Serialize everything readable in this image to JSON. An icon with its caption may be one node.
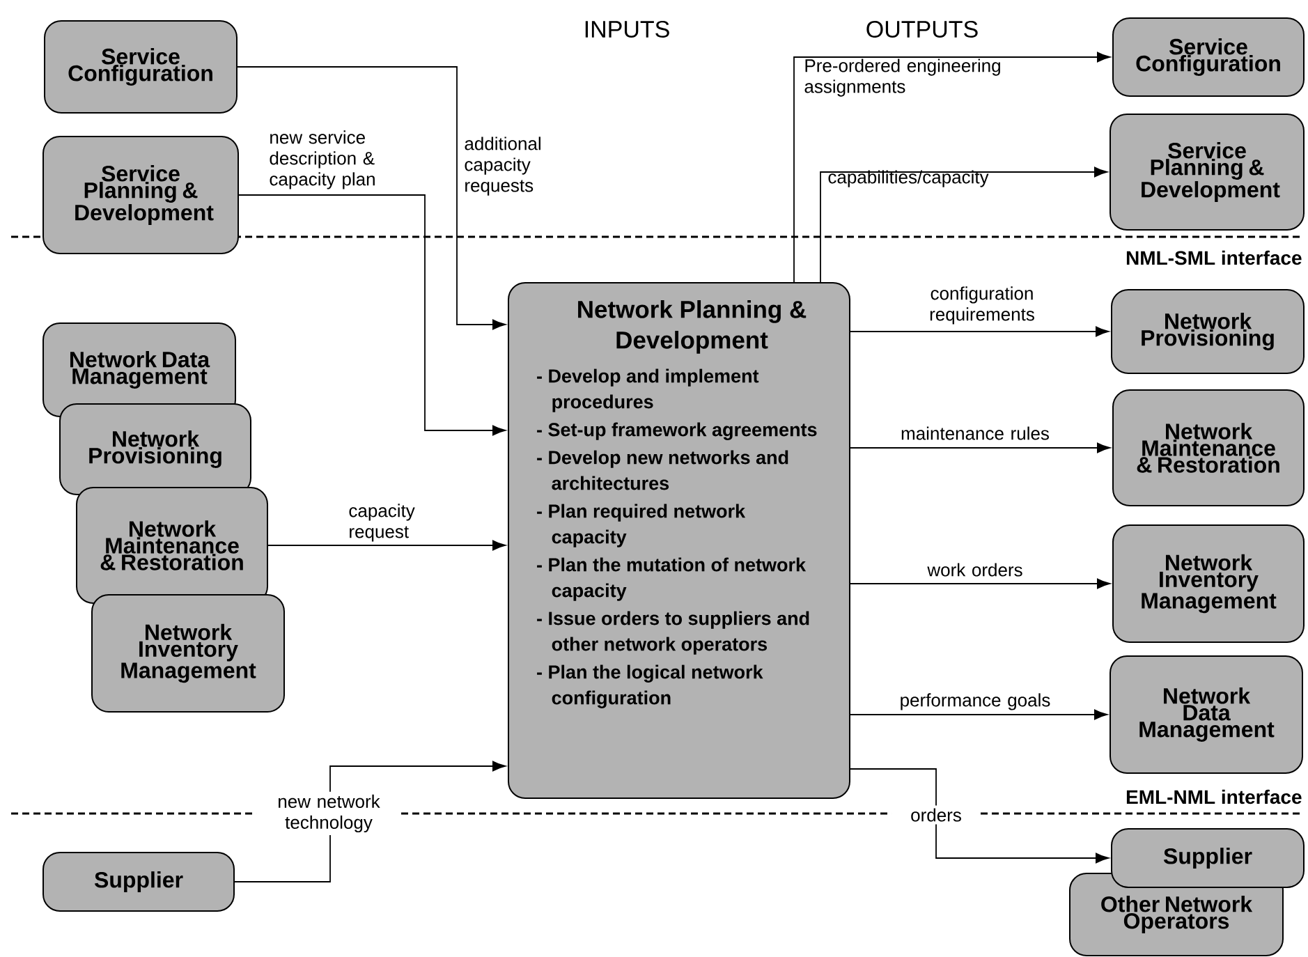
{
  "diagram": {
    "nodes": [
      {
        "text": [
          "Service Configuration"
        ]
      },
      {
        "text": [
          "Service Planning & Development"
        ]
      },
      {
        "text": [
          "Network Data Management"
        ]
      },
      {
        "text": [
          "Network Provisioning"
        ]
      },
      {
        "text": [
          "Network Maintenance & Restoration"
        ]
      },
      {
        "text": [
          "Network Inventory Management"
        ]
      },
      {
        "text": [
          "Supplier"
        ]
      },
      {
        "text": [
          "Network Planning & Development",
          "- Develop and implement procedures",
          "- Set-up framework agreements",
          "- Develop new networks and architectures",
          "- Plan required network capacity",
          "- Plan the mutation of network capacity",
          "- Issue orders to suppliers and other network operators",
          "- Plan the logical network configuration"
        ]
      },
      {
        "text": [
          "Service Configuration"
        ]
      },
      {
        "text": [
          "Service Planning & Development"
        ]
      },
      {
        "text": [
          "Network Provisioning"
        ]
      },
      {
        "text": [
          "Network Maintenance & Restoration"
        ]
      },
      {
        "text": [
          "Network Inventory Management"
        ]
      },
      {
        "text": [
          "Network Data Management"
        ]
      },
      {
        "text": [
          "Supplier"
        ]
      },
      {
        "text": [
          "Other Network Operators"
        ]
      }
    ],
    "edges": [
      {
        "from": 0,
        "to": 7,
        "arrow": "to",
        "label": "additional capacity requests"
      },
      {
        "from": 1,
        "to": 7,
        "arrow": "to",
        "label": "new service description & capacity plan"
      },
      {
        "from": 4,
        "to": 7,
        "arrow": "to",
        "label": "capacity request"
      },
      {
        "from": 6,
        "to": 7,
        "arrow": "to",
        "label": "new network technology"
      },
      {
        "from": 7,
        "to": 8,
        "arrow": "to",
        "label": "Pre-ordered engineering assignments"
      },
      {
        "from": 7,
        "to": 9,
        "arrow": "to",
        "label": "capabilities/capacity"
      },
      {
        "from": 7,
        "to": 10,
        "arrow": "to",
        "label": "configuration requirements"
      },
      {
        "from": 7,
        "to": 11,
        "arrow": "to",
        "label": "maintenance rules"
      },
      {
        "from": 7,
        "to": 12,
        "arrow": "to",
        "label": "work orders"
      },
      {
        "from": 7,
        "to": 13,
        "arrow": "to",
        "label": "performance goals"
      },
      {
        "from": 7,
        "to": 14,
        "arrow": "to",
        "label": "orders"
      }
    ],
    "labels": [
      "INPUTS",
      "OUTPUTS",
      "NML-SML interface",
      "EML-NML interface"
    ]
  }
}
